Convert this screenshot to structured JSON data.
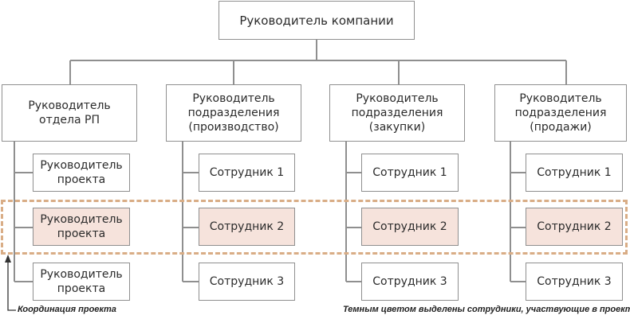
{
  "root": {
    "label": "Руководитель компании"
  },
  "columns": [
    {
      "head": "Руководитель\nотдела РП",
      "items": [
        "Руководитель\nпроекта",
        "Руководитель\nпроекта",
        "Руководитель\nпроекта"
      ]
    },
    {
      "head": "Руководитель\nподразделения\n(производство)",
      "items": [
        "Сотрудник 1",
        "Сотрудник 2",
        "Сотрудник 3"
      ]
    },
    {
      "head": "Руководитель\nподразделения\n(закупки)",
      "items": [
        "Сотрудник 1",
        "Сотрудник 2",
        "Сотрудник 3"
      ]
    },
    {
      "head": "Руководитель\nподразделения\n(продажи)",
      "items": [
        "Сотрудник 1",
        "Сотрудник 2",
        "Сотрудник 3"
      ]
    }
  ],
  "notes": {
    "coordination": "Координация проекта",
    "legend": "Темным цветом выделены сотрудники, участвующие в проекте"
  },
  "colors": {
    "highlight_fill": "#f6e3dc",
    "dashed_frame": "#d9ad86",
    "connector": "#8f8f8f"
  }
}
